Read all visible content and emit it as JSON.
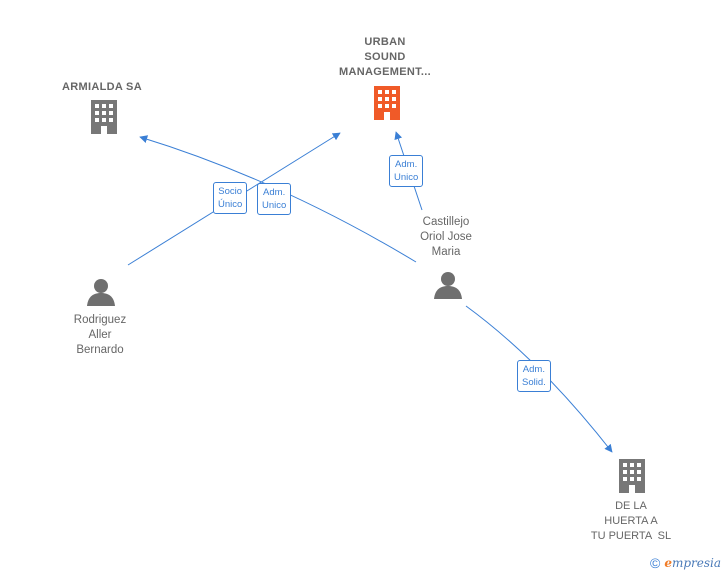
{
  "nodes": {
    "armialda": {
      "label": "ARMIALDA SA"
    },
    "urban": {
      "label_lines": [
        "URBAN",
        "SOUND",
        "MANAGEMENT..."
      ]
    },
    "castillejo": {
      "label_lines": [
        "Castillejo",
        "Oriol Jose",
        "Maria"
      ]
    },
    "rodriguez": {
      "label_lines": [
        "Rodriguez",
        "Aller",
        "Bernardo"
      ]
    },
    "delahuerta": {
      "label_lines": [
        "DE LA",
        "HUERTA A",
        "TU PUERTA  SL"
      ]
    }
  },
  "relations": {
    "socio_unico": [
      "Socio",
      "Único"
    ],
    "adm_unico_left": [
      "Adm.",
      "Unico"
    ],
    "adm_unico_right": [
      "Adm.",
      "Unico"
    ],
    "adm_solid": [
      "Adm.",
      "Solid."
    ]
  },
  "colors": {
    "edge": "#3a7fd5",
    "building": "#777777",
    "building_focus": "#f05a28",
    "person": "#6f6f6f"
  },
  "brand": {
    "copyright_symbol": "©",
    "name_initial": "e",
    "name_rest": "mpresia"
  }
}
